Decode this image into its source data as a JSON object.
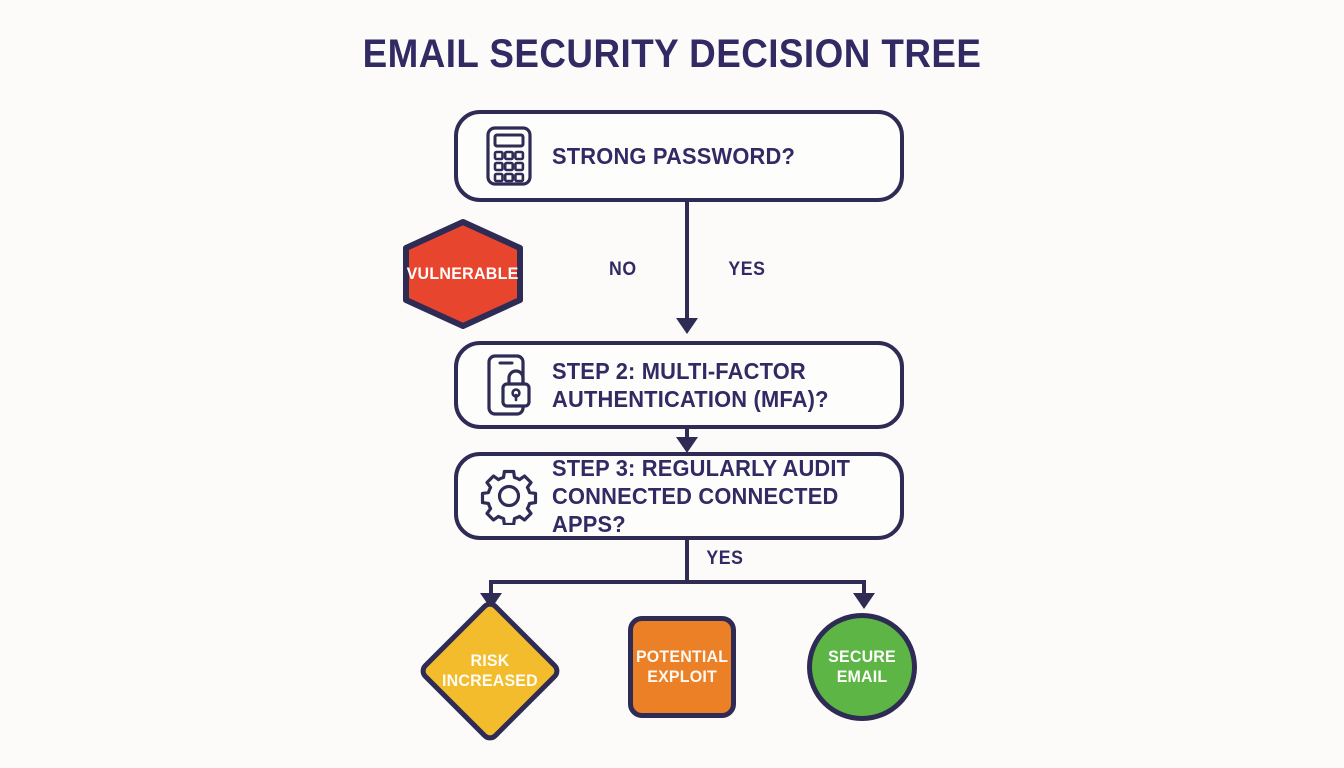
{
  "title": "EMAIL SECURITY DECISION TREE",
  "colors": {
    "background": "#fcfbfa",
    "ink": "#2e2b55",
    "title_text": "#312a63",
    "vulnerable_fill": "#e8452f",
    "risk_fill": "#f2bc2c",
    "exploit_fill": "#ec8026",
    "secure_fill": "#5cb544",
    "node_text": "#ffffff"
  },
  "steps": [
    {
      "id": "step1",
      "icon": "calculator-icon",
      "line1": "STRONG PASSWORD?",
      "line2": ""
    },
    {
      "id": "step2",
      "icon": "phone-lock-icon",
      "line1": "STEP 2: MULTI-FACTOR",
      "line2": "AUTHENTICATION (MFA)?"
    },
    {
      "id": "step3",
      "icon": "gear-icon",
      "line1": "STEP 3: REGULARLY AUDIT",
      "line2": "CONNECTED CONNECTED APPS?"
    }
  ],
  "edge_labels": {
    "no": "NO",
    "yes": "YES",
    "yes_lower": "YES"
  },
  "outcomes": {
    "vulnerable": {
      "label": "VULNERABLE",
      "shape": "hexagon"
    },
    "risk": {
      "line1": "RISK",
      "line2": "INCREASED",
      "shape": "diamond"
    },
    "exploit": {
      "line1": "POTENTIAL",
      "line2": "EXPLOIT",
      "shape": "rounded-square"
    },
    "secure": {
      "line1": "SECURE",
      "line2": "EMAIL",
      "shape": "circle"
    }
  }
}
